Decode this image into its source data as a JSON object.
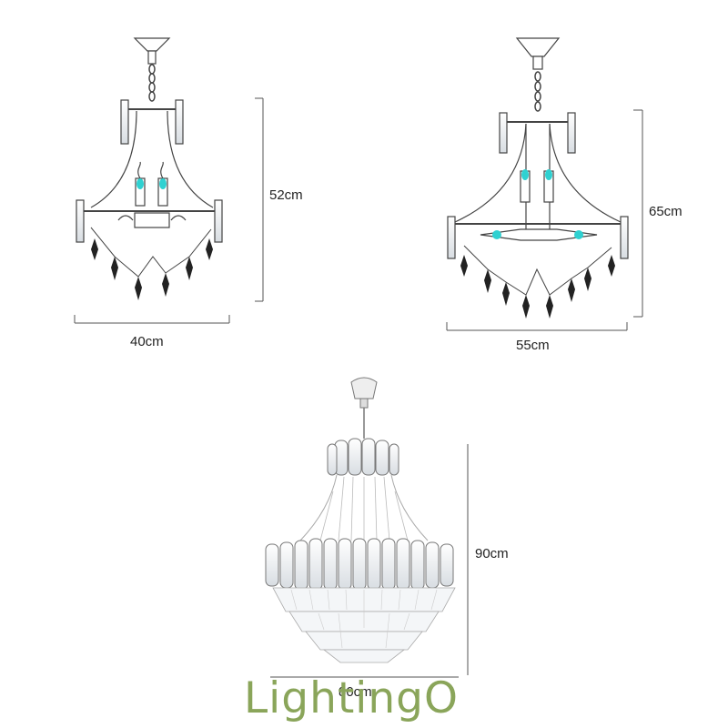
{
  "products": [
    {
      "name": "chandelier-small",
      "height_label": "52cm",
      "width_label": "40cm"
    },
    {
      "name": "chandelier-medium",
      "height_label": "65cm",
      "width_label": "55cm"
    },
    {
      "name": "chandelier-large",
      "height_label": "90cm",
      "width_label": "80cm"
    }
  ],
  "brand": {
    "logo_text": "LightingO",
    "color": "#8aa55a"
  },
  "colors": {
    "line": "#444444",
    "bulb": "#2fd1d1",
    "dimension": "#555555"
  }
}
